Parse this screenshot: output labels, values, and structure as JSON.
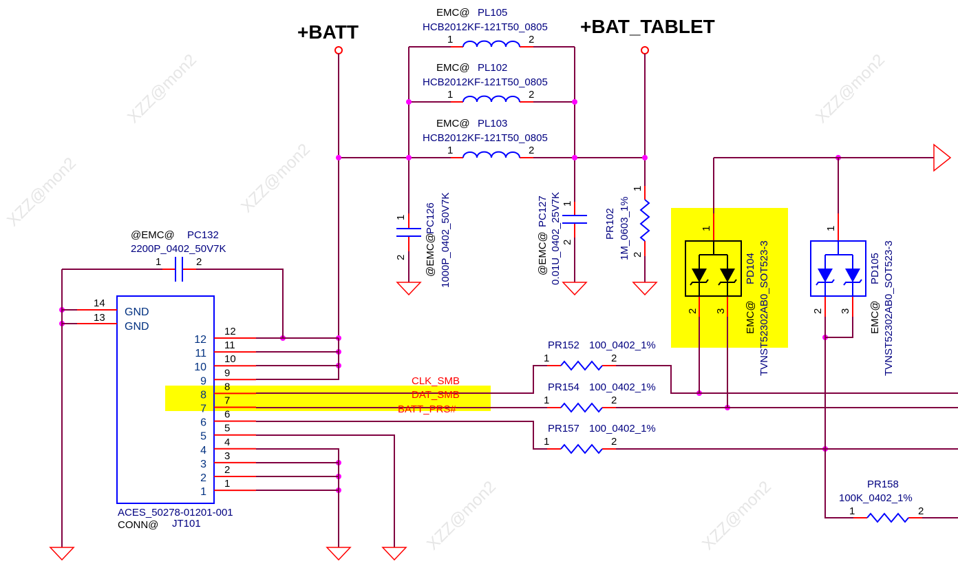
{
  "watermark": "XZZ@mon2",
  "colors": {
    "wire": "#800040",
    "pin": "#ff0000",
    "junction": "#ff00ff",
    "component": "#0000ff",
    "highlight": "#ffff00",
    "ref_text": "#000080"
  },
  "power": {
    "batt": "+BATT",
    "bat_tablet": "+BAT_TABLET"
  },
  "inductors": [
    {
      "prefix": "EMC@",
      "ref": "PL105",
      "value": "HCB2012KF-121T50_0805",
      "pin1": "1",
      "pin2": "2"
    },
    {
      "prefix": "EMC@",
      "ref": "PL102",
      "value": "HCB2012KF-121T50_0805",
      "pin1": "1",
      "pin2": "2"
    },
    {
      "prefix": "EMC@",
      "ref": "PL103",
      "value": "HCB2012KF-121T50_0805",
      "pin1": "1",
      "pin2": "2"
    }
  ],
  "capacitors": {
    "pc126": {
      "prefix": "@EMC@",
      "ref": "PC126",
      "value": "1000P_0402_50V7K",
      "pin1": "1",
      "pin2": "2"
    },
    "pc127": {
      "prefix": "@EMC@",
      "ref": "PC127",
      "value": "0.01U_0402_25V7K",
      "pin1": "1",
      "pin2": "2"
    },
    "pc132": {
      "prefix": "@EMC@",
      "ref": "PC132",
      "value": "2200P_0402_50V7K",
      "pin1": "1",
      "pin2": "2"
    }
  },
  "resistors": {
    "pr102": {
      "ref": "PR102",
      "value": "1M_0603_1%",
      "pin1": "1",
      "pin2": "2"
    },
    "pr152": {
      "ref": "PR152",
      "value": "100_0402_1%",
      "pin1": "1",
      "pin2": "2"
    },
    "pr154": {
      "ref": "PR154",
      "value": "100_0402_1%",
      "pin1": "1",
      "pin2": "2"
    },
    "pr157": {
      "ref": "PR157",
      "value": "100_0402_1%",
      "pin1": "1",
      "pin2": "2"
    },
    "pr158": {
      "ref": "PR158",
      "value": "100K_0402_1%",
      "pin1": "1",
      "pin2": "2"
    }
  },
  "diodes": {
    "pd104": {
      "prefix": "EMC@",
      "ref": "PD104",
      "value": "TVNST52302AB0_SOT523-3",
      "pin1": "1",
      "pin2": "2",
      "pin3": "3"
    },
    "pd105": {
      "prefix": "EMC@",
      "ref": "PD105",
      "value": "TVNST52302AB0_SOT523-3",
      "pin1": "1",
      "pin2": "2",
      "pin3": "3"
    }
  },
  "connector": {
    "ref": "JT101",
    "value": "ACES_50278-01201-001",
    "prefix": "CONN@",
    "gnd_pins": [
      {
        "num": "14",
        "label": "GND"
      },
      {
        "num": "13",
        "label": "GND"
      }
    ],
    "inner_pins": [
      "12",
      "11",
      "10",
      "9",
      "8",
      "7",
      "6",
      "5",
      "4",
      "3",
      "2",
      "1"
    ],
    "outer_pins": [
      "12",
      "11",
      "10",
      "9",
      "8",
      "7",
      "6",
      "5",
      "4",
      "3",
      "2",
      "1"
    ]
  },
  "signals": {
    "clk": "CLK_SMB",
    "dat": "DAT_SMB",
    "prs": "BATT_PRS#"
  }
}
